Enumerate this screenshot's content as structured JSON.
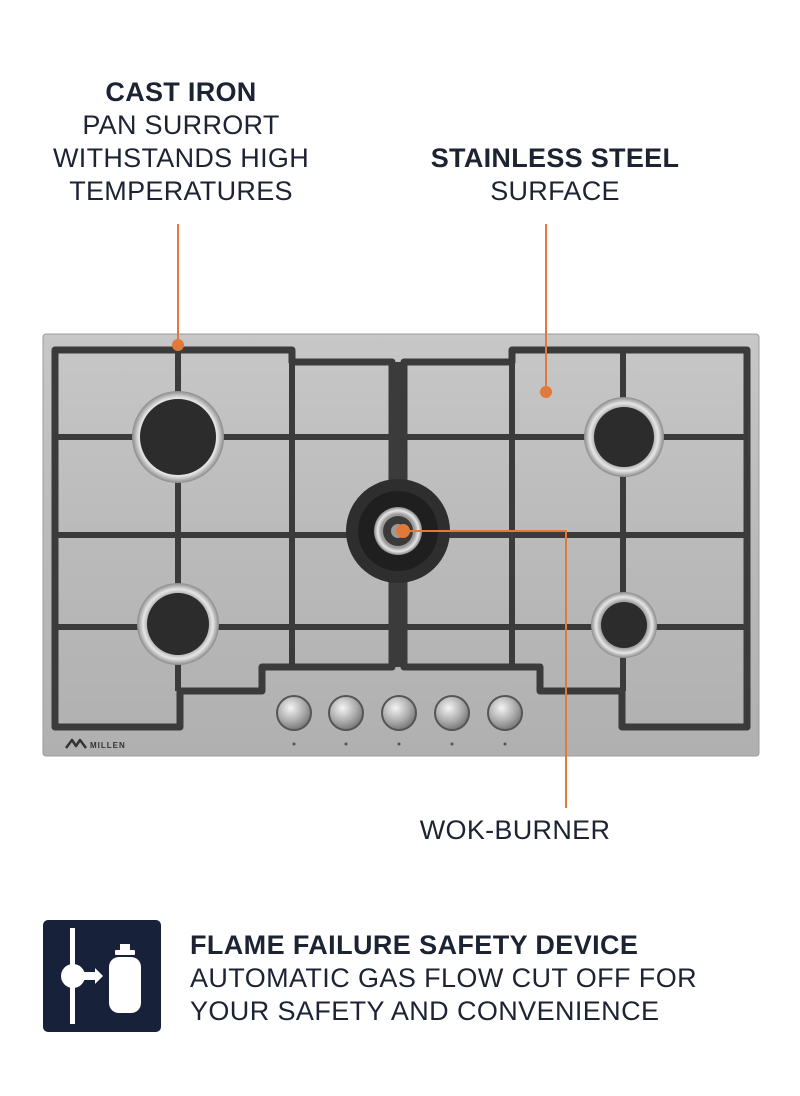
{
  "callouts": {
    "cast_iron": {
      "title": "CAST IRON",
      "lines": [
        "PAN SURRORT",
        "WITHSTANDS HIGH",
        "TEMPERATURES"
      ]
    },
    "stainless": {
      "title": "STAINLESS STEEL",
      "lines": [
        "SURFACE"
      ]
    },
    "wok": {
      "label": "WOK-BURNER"
    }
  },
  "hob": {
    "brand": "MILLEN",
    "burner_count": 5,
    "knob_count": 5
  },
  "safety": {
    "icon": "gas-cylinder-valve-icon",
    "title": "FLAME FAILURE SAFETY DEVICE",
    "lines": [
      "AUTOMATIC GAS FLOW CUT OFF FOR",
      "YOUR SAFETY AND CONVENIENCE"
    ]
  },
  "colors": {
    "accent": "#e0793a",
    "steel": "#bcbcbc",
    "cast_iron": "#3a3a3a",
    "navy": "#17223a",
    "text": "#1c2333"
  }
}
